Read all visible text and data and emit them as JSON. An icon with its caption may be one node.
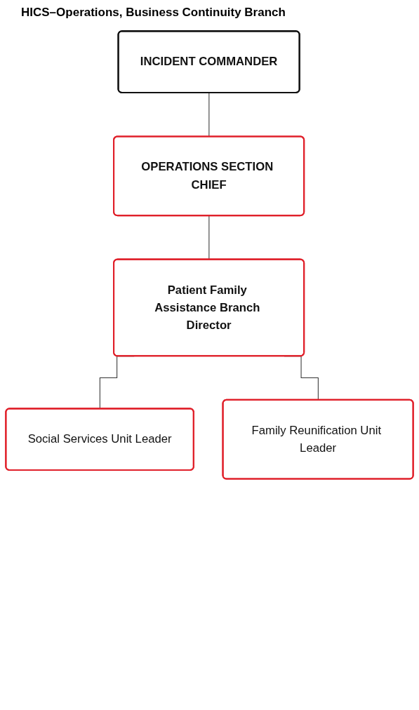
{
  "diagram": {
    "title": "HICS–Operations, Business Continuity Branch",
    "nodes": [
      {
        "text": [
          "INCIDENT COMMANDER"
        ]
      },
      {
        "text": [
          "OPERATIONS SECTION CHIEF"
        ]
      },
      {
        "text": [
          "Patient Family Assistance Branch Director"
        ]
      },
      {
        "text": [
          "Social Services Unit Leader"
        ]
      },
      {
        "text": [
          "Family Reunification Unit Leader"
        ]
      }
    ],
    "edges": [
      {
        "from": 0,
        "to": 1,
        "arrow": "none"
      },
      {
        "from": 1,
        "to": 2,
        "arrow": "none"
      },
      {
        "from": 2,
        "to": 3,
        "arrow": "none"
      },
      {
        "from": 2,
        "to": 4,
        "arrow": "none"
      }
    ]
  }
}
